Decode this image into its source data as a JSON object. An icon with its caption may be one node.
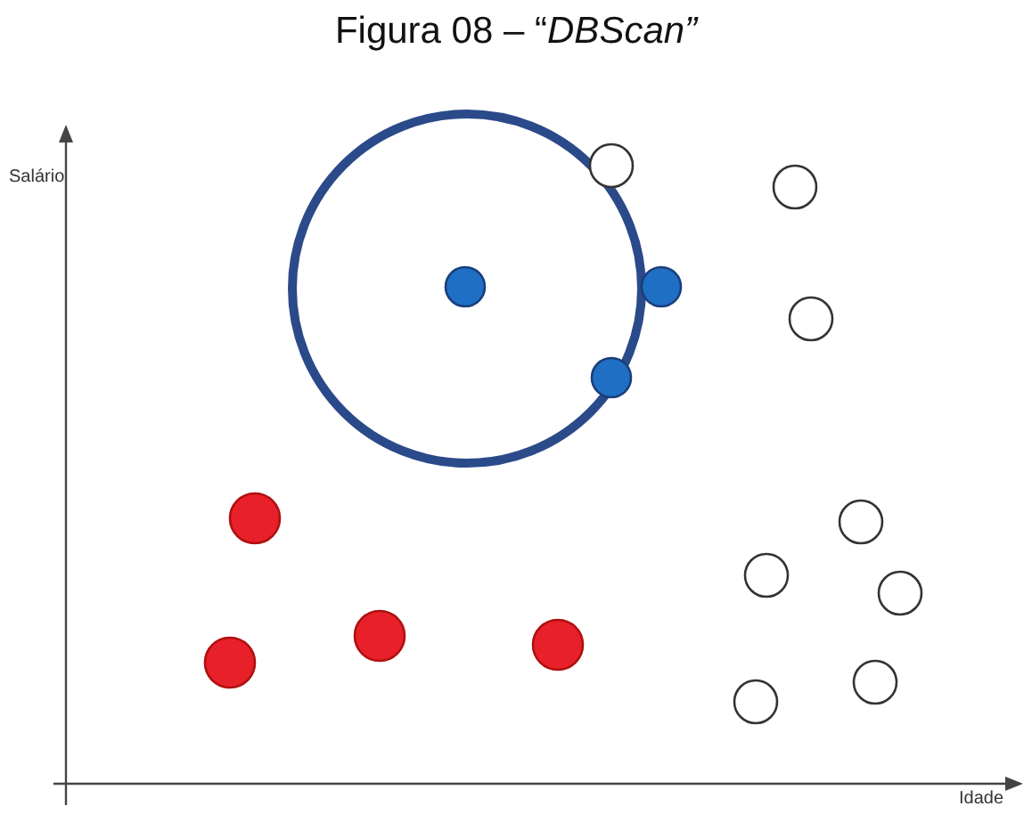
{
  "diagram": {
    "title": "Figura 08 – “*DBScan”*",
    "labels": [
      "Salário",
      "Idade"
    ]
  }
}
